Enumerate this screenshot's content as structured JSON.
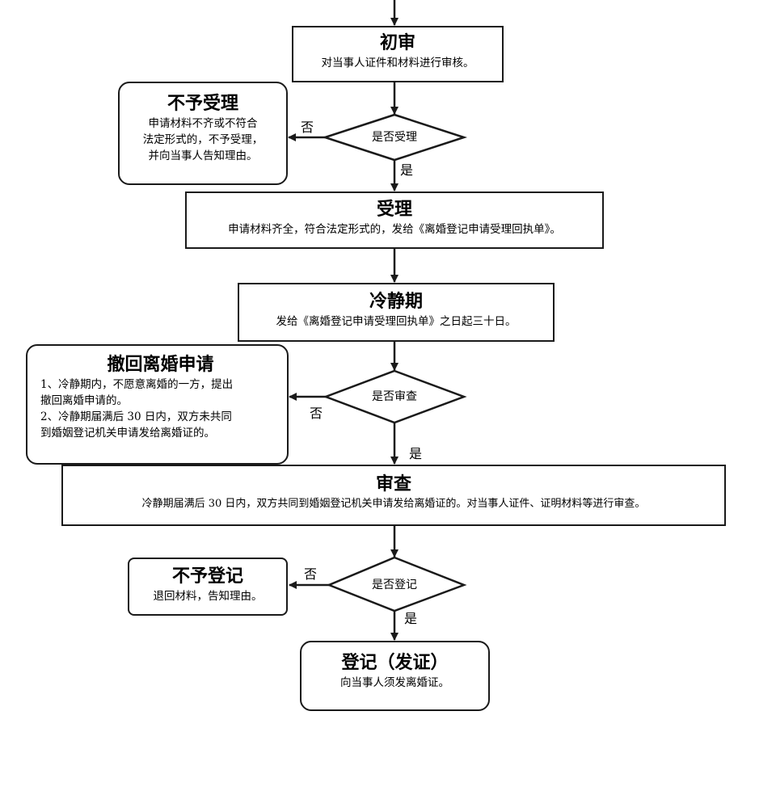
{
  "nodes": {
    "chushen": {
      "title": "初审",
      "desc": "对当事人证件和材料进行审核。"
    },
    "buyu_shouli": {
      "title": "不予受理",
      "lines": [
        "申请材料不齐或不符合",
        "法定形式的，不予受理，",
        "并向当事人告知理由。"
      ]
    },
    "shouli": {
      "title": "受理",
      "desc": "申请材料齐全，符合法定形式的，发给《离婚登记申请受理回执单》。"
    },
    "lengjingqi": {
      "title": "冷静期",
      "desc": "发给《离婚登记申请受理回执单》之日起三十日。"
    },
    "chehui": {
      "title": "撤回离婚申请",
      "lines": [
        "1、冷静期内，不愿意离婚的一方，提出",
        "撤回离婚申请的。",
        "2、冷静期届满后 30 日内，双方未共同",
        "到婚姻登记机关申请发给离婚证的。"
      ]
    },
    "shencha": {
      "title": "审查",
      "desc": "冷静期届满后 30 日内，双方共同到婚姻登记机关申请发给离婚证的。对当事人证件、证明材料等进行审查。"
    },
    "buyu_dengji": {
      "title": "不予登记",
      "desc": "退回材料，告知理由。"
    },
    "dengji": {
      "title": "登记（发证）",
      "desc": "向当事人须发离婚证。"
    }
  },
  "decisions": {
    "shifou_shouli": "是否受理",
    "shifou_shencha": "是否审查",
    "shifou_dengji": "是否登记"
  },
  "edge_labels": {
    "yes": "是",
    "no": "否"
  }
}
